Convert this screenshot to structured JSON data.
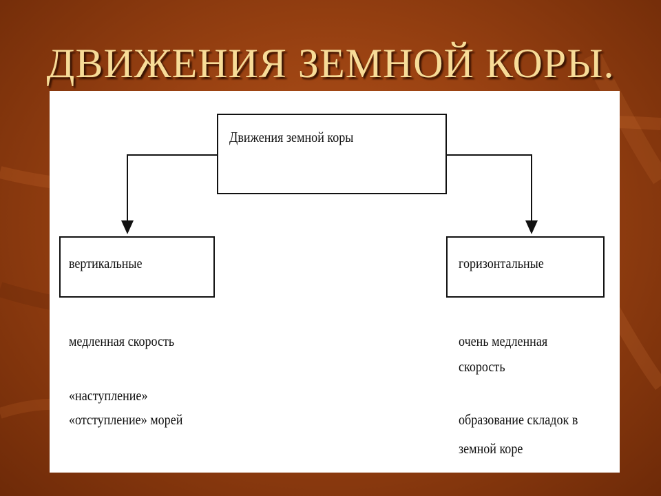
{
  "slide": {
    "title": "ДВИЖЕНИЯ ЗЕМНОЙ КОРЫ."
  },
  "diagram": {
    "root_label": "Движения земной коры",
    "left_label": "вертикальные",
    "right_label": "горизонтальные",
    "left_notes": {
      "speed": "медленная скорость",
      "transgression": "«наступление»",
      "regression": "«отступление» морей"
    },
    "right_notes": {
      "speed_line1": "очень медленная",
      "speed_line2": "скорость",
      "folding_line1": "образование складок в",
      "folding_line2": "земной коре"
    }
  },
  "colors": {
    "background": "#9a4212",
    "title": "#f7dc98",
    "panel": "#ffffff",
    "lines": "#111111"
  }
}
